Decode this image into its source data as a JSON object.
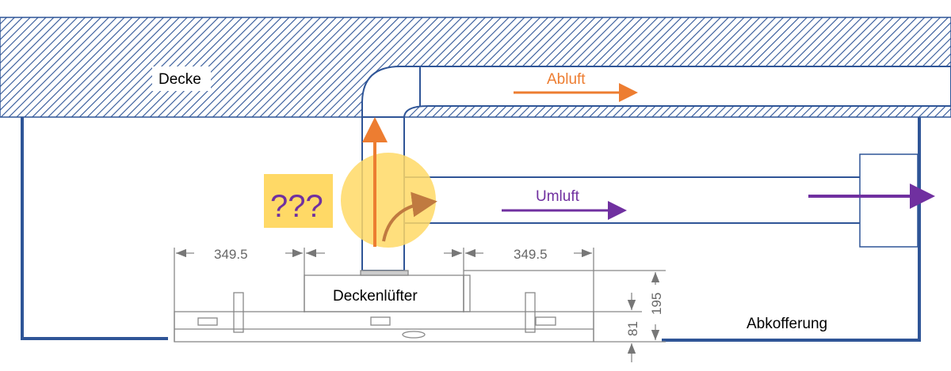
{
  "labels": {
    "ceiling": "Decke",
    "exhaust_air": "Abluft",
    "recirculated_air": "Umluft",
    "question": "???",
    "ceiling_fan": "Deckenlüfter",
    "enclosure": "Abkofferung"
  },
  "dimensions": {
    "left_width": "349.5",
    "right_width": "349.5",
    "total_height": "195",
    "lower_height": "81"
  },
  "colors": {
    "structure": "#2f5597",
    "exhaust_arrow": "#ed7d31",
    "recirc_arrow": "#7030a0",
    "highlight": "#ffd966",
    "dimension": "#7f7f7f"
  }
}
